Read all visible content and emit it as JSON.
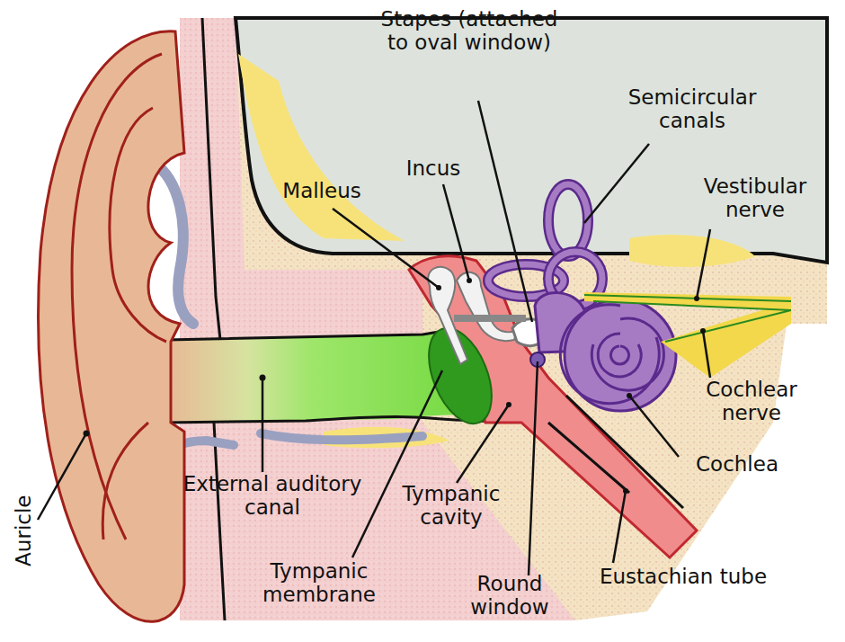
{
  "diagram": {
    "labels": [
      "Stapes (attached to oval window)",
      "Semicircular canals",
      "Incus",
      "Malleus",
      "Vestibular nerve",
      "Cochlear nerve",
      "Cochlea",
      "External auditory canal",
      "Tympanic cavity",
      "Tympanic membrane",
      "Round window",
      "Eustachian tube",
      "Auricle"
    ]
  }
}
